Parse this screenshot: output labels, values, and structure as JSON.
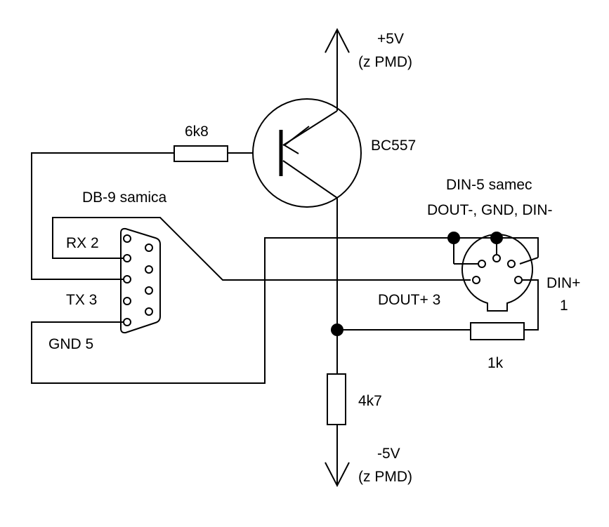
{
  "labels": {
    "vcc": "+5V",
    "vcc_src": "(z PMD)",
    "vee": "-5V",
    "vee_src": "(z PMD)",
    "transistor": "BC557",
    "r_base": "6k8",
    "r_pulldown": "4k7",
    "r_din": "1k",
    "db9_title": "DB-9 samica",
    "rx": "RX 2",
    "tx": "TX 3",
    "gnd": "GND 5",
    "din_title": "DIN-5 samec",
    "din_pins_top": "DOUT-, GND, DIN-",
    "dout_plus": "DOUT+ 3",
    "din_plus": "DIN+",
    "din_plus_num": "1"
  }
}
